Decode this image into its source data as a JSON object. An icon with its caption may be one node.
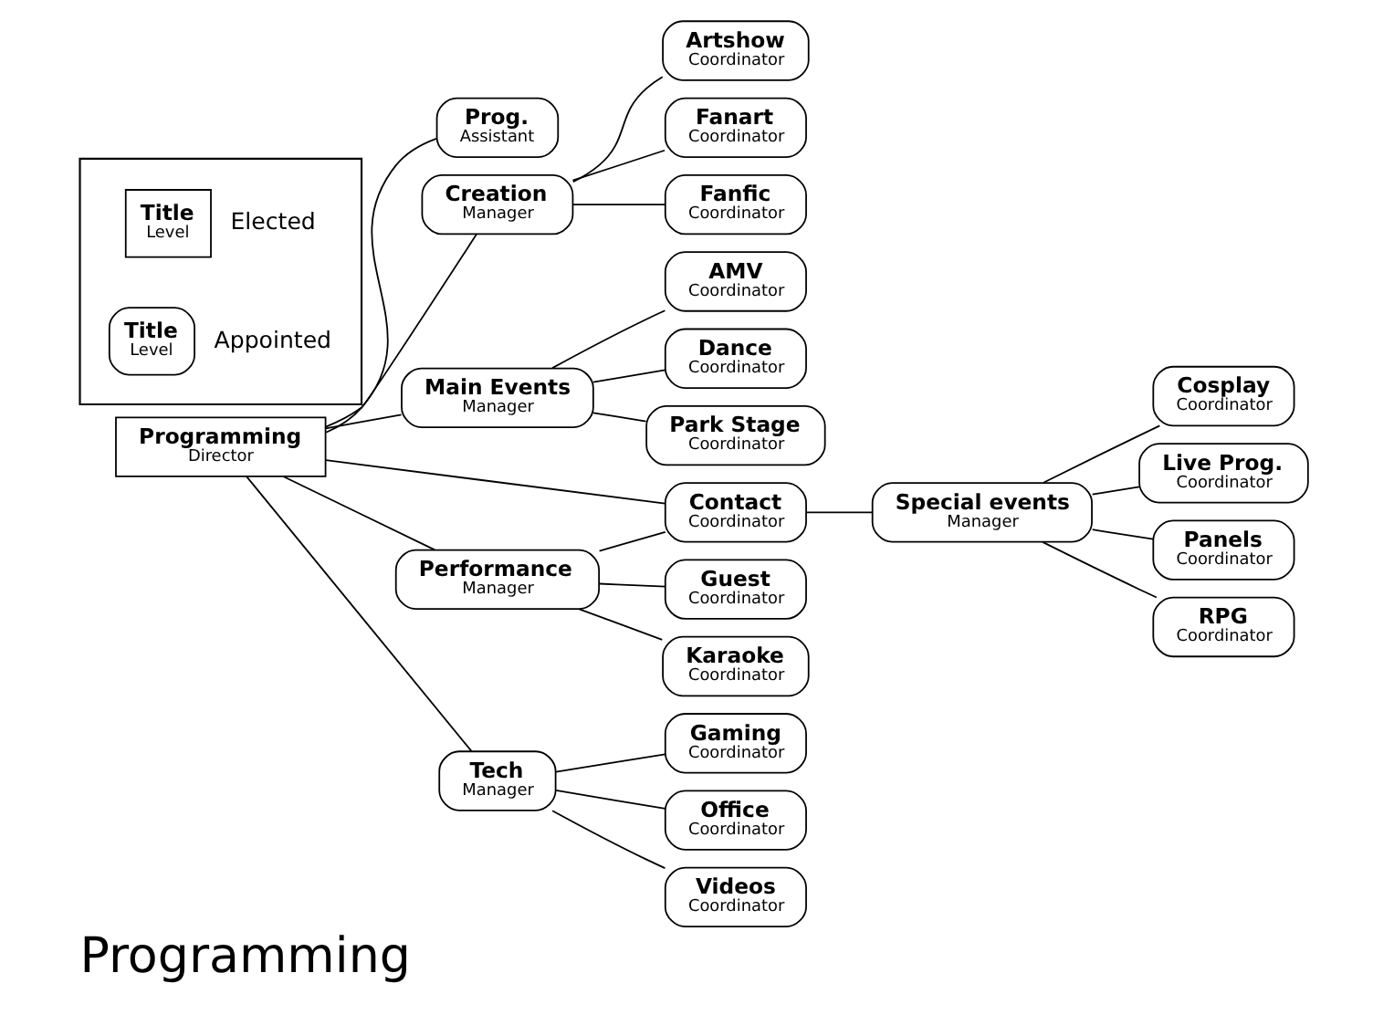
{
  "diagram": {
    "title": "Programming",
    "nodes": [
      {
        "text": [
          "Programming",
          "Director"
        ]
      },
      {
        "text": [
          "Prog.",
          "Assistant"
        ]
      },
      {
        "text": [
          "Creation",
          "Manager"
        ]
      },
      {
        "text": [
          "Artshow",
          "Coordinator"
        ]
      },
      {
        "text": [
          "Fanart",
          "Coordinator"
        ]
      },
      {
        "text": [
          "Fanfic",
          "Coordinator"
        ]
      },
      {
        "text": [
          "Main Events",
          "Manager"
        ]
      },
      {
        "text": [
          "AMV",
          "Coordinator"
        ]
      },
      {
        "text": [
          "Dance",
          "Coordinator"
        ]
      },
      {
        "text": [
          "Park Stage",
          "Coordinator"
        ]
      },
      {
        "text": [
          "Performance",
          "Manager"
        ]
      },
      {
        "text": [
          "Contact",
          "Coordinator"
        ]
      },
      {
        "text": [
          "Guest",
          "Coordinator"
        ]
      },
      {
        "text": [
          "Karaoke",
          "Coordinator"
        ]
      },
      {
        "text": [
          "Special events",
          "Manager"
        ]
      },
      {
        "text": [
          "Cosplay",
          "Coordinator"
        ]
      },
      {
        "text": [
          "Live Prog.",
          "Coordinator"
        ]
      },
      {
        "text": [
          "Panels",
          "Coordinator"
        ]
      },
      {
        "text": [
          "RPG",
          "Coordinator"
        ]
      },
      {
        "text": [
          "Tech",
          "Manager"
        ]
      },
      {
        "text": [
          "Gaming",
          "Coordinator"
        ]
      },
      {
        "text": [
          "Office",
          "Coordinator"
        ]
      },
      {
        "text": [
          "Videos",
          "Coordinator"
        ]
      },
      {
        "text": [],
        "shape": "box"
      },
      {
        "text": [
          "Title",
          "Level"
        ],
        "in": 23,
        "beside": [
          "Elected"
        ]
      },
      {
        "text": [
          "Title",
          "Level"
        ],
        "in": 23,
        "beside": [
          "Appointed"
        ]
      }
    ],
    "edges": [
      {
        "from": 0,
        "to": 1,
        "arrow": "none"
      },
      {
        "from": 0,
        "to": 2,
        "arrow": "none"
      },
      {
        "from": 0,
        "to": 6,
        "arrow": "none"
      },
      {
        "from": 0,
        "to": 10,
        "arrow": "none"
      },
      {
        "from": 0,
        "to": 11,
        "arrow": "none"
      },
      {
        "from": 0,
        "to": 19,
        "arrow": "none"
      },
      {
        "from": 2,
        "to": 3,
        "arrow": "none"
      },
      {
        "from": 2,
        "to": 4,
        "arrow": "none"
      },
      {
        "from": 2,
        "to": 5,
        "arrow": "none"
      },
      {
        "from": 6,
        "to": 7,
        "arrow": "none"
      },
      {
        "from": 6,
        "to": 8,
        "arrow": "none"
      },
      {
        "from": 6,
        "to": 9,
        "arrow": "none"
      },
      {
        "from": 10,
        "to": 11,
        "arrow": "none"
      },
      {
        "from": 10,
        "to": 12,
        "arrow": "none"
      },
      {
        "from": 10,
        "to": 13,
        "arrow": "none"
      },
      {
        "from": 11,
        "to": 14,
        "arrow": "none"
      },
      {
        "from": 14,
        "to": 15,
        "arrow": "none"
      },
      {
        "from": 14,
        "to": 16,
        "arrow": "none"
      },
      {
        "from": 14,
        "to": 17,
        "arrow": "none"
      },
      {
        "from": 14,
        "to": 18,
        "arrow": "none"
      },
      {
        "from": 19,
        "to": 20,
        "arrow": "none"
      },
      {
        "from": 19,
        "to": 21,
        "arrow": "none"
      },
      {
        "from": 19,
        "to": 22,
        "arrow": "none"
      }
    ]
  }
}
